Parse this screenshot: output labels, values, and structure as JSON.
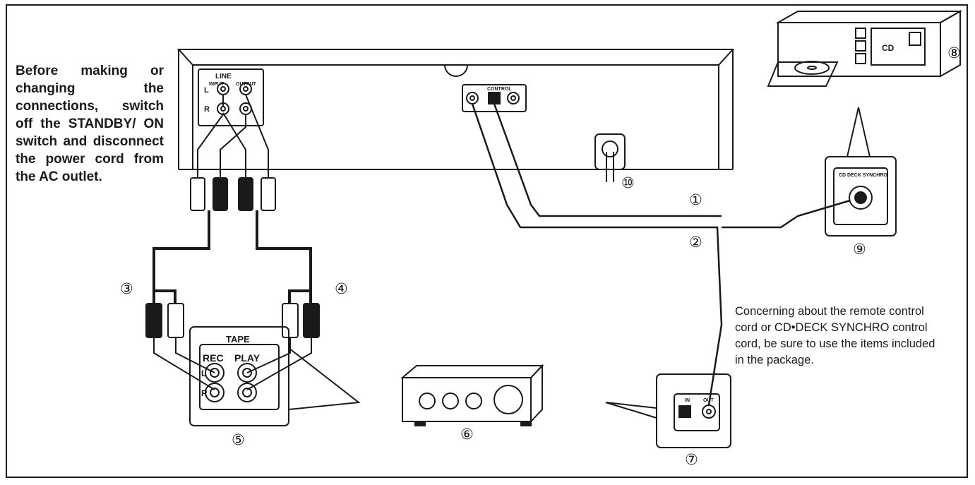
{
  "warning_text": "Before making or changing the connections, switch off the STANDBY/ ON switch and disconnect the power cord from the AC outlet.",
  "note_text": "Concerning about the remote control cord or CD•DECK SYNCHRO control cord, be sure to use the items included in the package.",
  "labels": {
    "line": "LINE",
    "input": "INPUT",
    "output": "OUTPUT",
    "l": "L",
    "r": "R",
    "control": "CONTROL",
    "cd_deck_synchro": "CD DECK SYNCHRO",
    "tape": "TAPE",
    "rec": "REC",
    "play": "PLAY",
    "in": "IN",
    "out": "OUT",
    "cd": "CD"
  },
  "callouts": [
    "①",
    "②",
    "③",
    "④",
    "⑤",
    "⑥",
    "⑦",
    "⑧",
    "⑨",
    "⑩"
  ]
}
